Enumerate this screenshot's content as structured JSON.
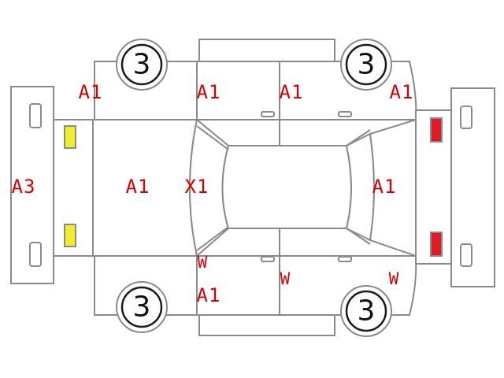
{
  "colors": {
    "outline": "#8a8a8a",
    "damage_code": "#d40000",
    "front_light": "#f2ef2a",
    "rear_light": "#e01b24"
  },
  "wheels": {
    "front_left": "3",
    "rear_left": "3",
    "front_right": "3",
    "rear_right": "3"
  },
  "codes": {
    "front_bumper": "A3",
    "hood": "A1",
    "windshield": "X1",
    "roof_lower": "A1",
    "left_front_fender": "A1",
    "left_front_door": "A1",
    "left_rear_door": "A1",
    "left_rear_fender": "A1",
    "right_front_pillar": "W",
    "right_front_pillar_lower": "A1",
    "right_front_door": "W",
    "right_rear_fender": "W"
  }
}
